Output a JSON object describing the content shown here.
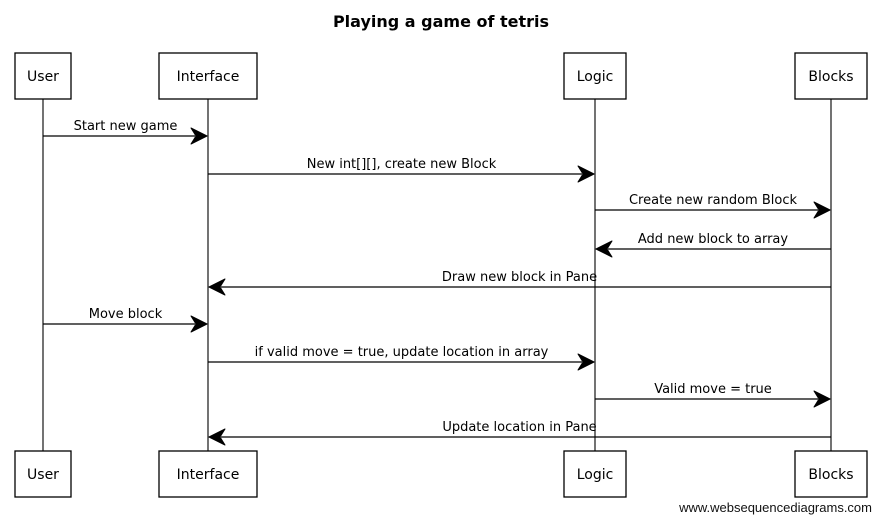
{
  "title": "Playing  a  game  of  tetris",
  "footer": "www.websequencediagrams.com",
  "participants": [
    {
      "id": "user",
      "label": "User"
    },
    {
      "id": "interface",
      "label": "Interface"
    },
    {
      "id": "logic",
      "label": "Logic"
    },
    {
      "id": "blocks",
      "label": "Blocks"
    }
  ],
  "messages": [
    {
      "from": "user",
      "to": "interface",
      "label": "Start new game"
    },
    {
      "from": "interface",
      "to": "logic",
      "label": "New int[][], create new Block"
    },
    {
      "from": "logic",
      "to": "blocks",
      "label": "Create new random Block"
    },
    {
      "from": "blocks",
      "to": "logic",
      "label": "Add new block to array"
    },
    {
      "from": "blocks",
      "to": "interface",
      "label": "Draw new block in Pane"
    },
    {
      "from": "user",
      "to": "interface",
      "label": "Move block"
    },
    {
      "from": "interface",
      "to": "logic",
      "label": "if valid move = true, update location in array"
    },
    {
      "from": "logic",
      "to": "blocks",
      "label": "Valid move = true"
    },
    {
      "from": "blocks",
      "to": "interface",
      "label": "Update location in Pane"
    }
  ]
}
